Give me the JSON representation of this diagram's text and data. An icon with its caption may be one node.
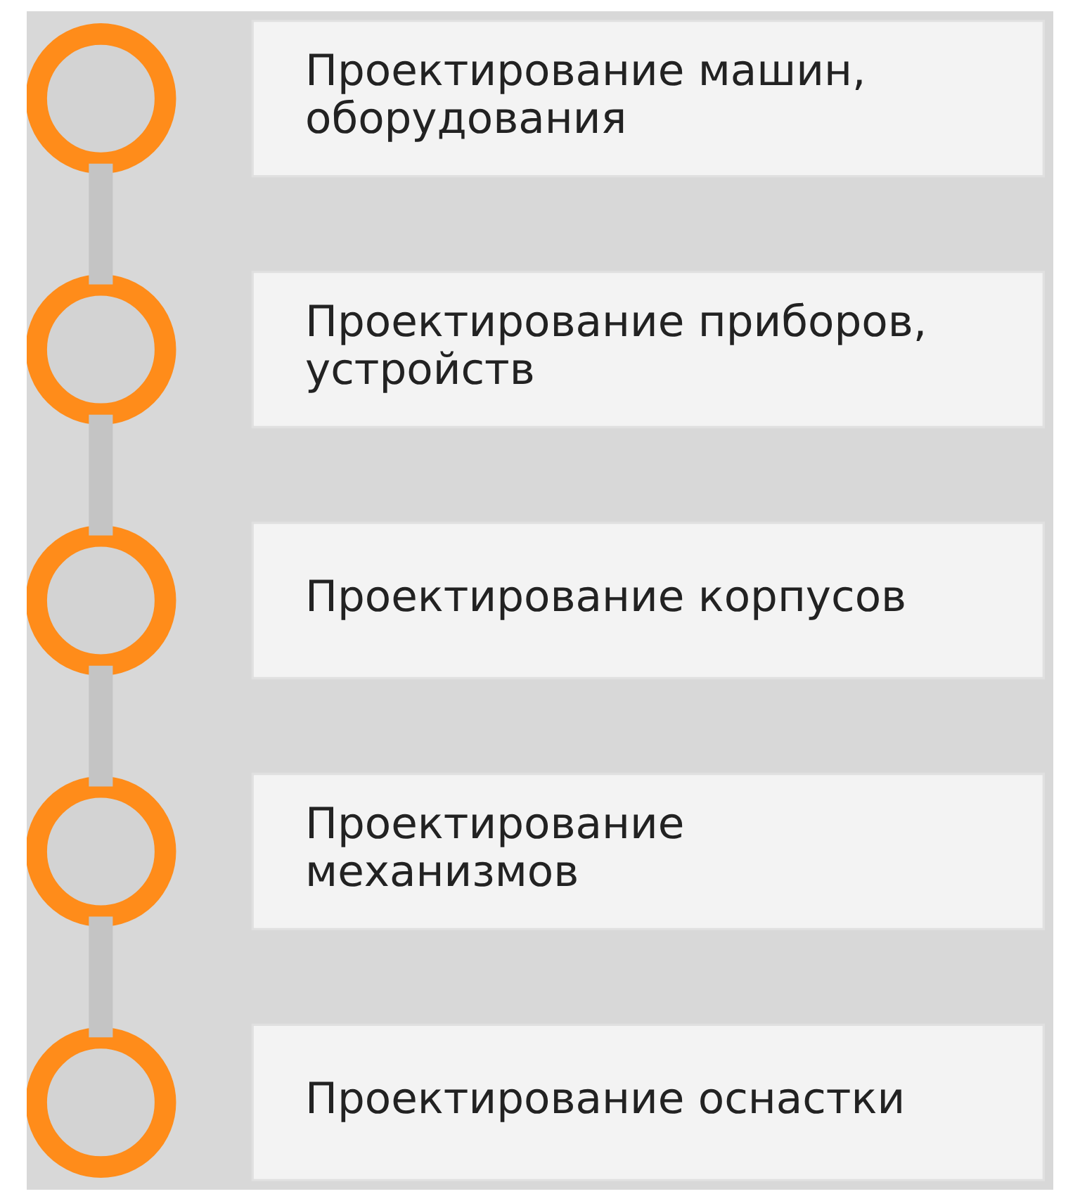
{
  "diagram": {
    "nodes": [
      {
        "text": [],
        "shape": "circle"
      },
      {
        "text": [
          "Проектирование машин, оборудования"
        ]
      },
      {
        "text": [],
        "shape": "circle"
      },
      {
        "text": [
          "Проектирование приборов, устройств"
        ]
      },
      {
        "text": [],
        "shape": "circle"
      },
      {
        "text": [
          "Проектирование корпусов"
        ]
      },
      {
        "text": [],
        "shape": "circle"
      },
      {
        "text": [
          "Проектирование механизмов"
        ]
      },
      {
        "text": [],
        "shape": "circle"
      },
      {
        "text": [
          "Проектирование оснастки"
        ]
      }
    ],
    "edges": [
      {
        "from": 0,
        "to": 2,
        "arrow": "none"
      },
      {
        "from": 2,
        "to": 4,
        "arrow": "none"
      },
      {
        "from": 4,
        "to": 6,
        "arrow": "none"
      },
      {
        "from": 6,
        "to": 8,
        "arrow": "none"
      }
    ]
  }
}
